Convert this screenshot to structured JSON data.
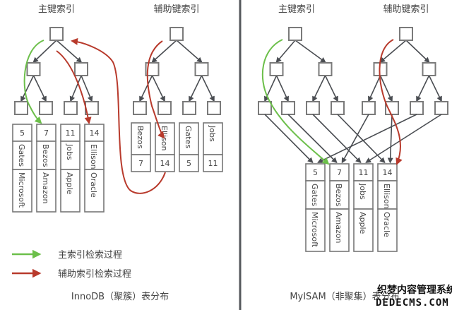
{
  "innodb": {
    "primary_title": "主键索引",
    "secondary_title": "辅助键索引",
    "caption": "InnoDB（聚簇）表分布",
    "primary_rows": [
      {
        "id": "5",
        "name": "Gates",
        "company": "Microsoft"
      },
      {
        "id": "7",
        "name": "Bezos",
        "company": "Amazon"
      },
      {
        "id": "11",
        "name": "Jobs",
        "company": "Apple"
      },
      {
        "id": "14",
        "name": "Ellison",
        "company": "Oracle"
      }
    ],
    "secondary_rows": [
      {
        "name": "Bezos",
        "id": "7"
      },
      {
        "name": "Ellison",
        "id": "14"
      },
      {
        "name": "Gates",
        "id": "5"
      },
      {
        "name": "Jobs",
        "id": "11"
      }
    ]
  },
  "myisam": {
    "primary_title": "主键索引",
    "secondary_title": "辅助键索引",
    "caption": "MyISAM（非聚集）表分布",
    "rows": [
      {
        "id": "5",
        "name": "Gates",
        "company": "Microsoft"
      },
      {
        "id": "7",
        "name": "Bezos",
        "company": "Amazon"
      },
      {
        "id": "11",
        "name": "Jobs",
        "company": "Apple"
      },
      {
        "id": "14",
        "name": "Ellison",
        "company": "Oracle"
      }
    ]
  },
  "legend": [
    {
      "label": "主索引检索过程",
      "color": "#6cbf4a"
    },
    {
      "label": "辅助索引检索过程",
      "color": "#b83a2c"
    }
  ],
  "colors": {
    "green": "#6cbf4a",
    "red": "#b83a2c",
    "edge": "#4a4d52",
    "divider": "#55585c"
  },
  "watermark": {
    "line1": "织梦内容管理系统",
    "line2": "DEDECMS.COM"
  }
}
